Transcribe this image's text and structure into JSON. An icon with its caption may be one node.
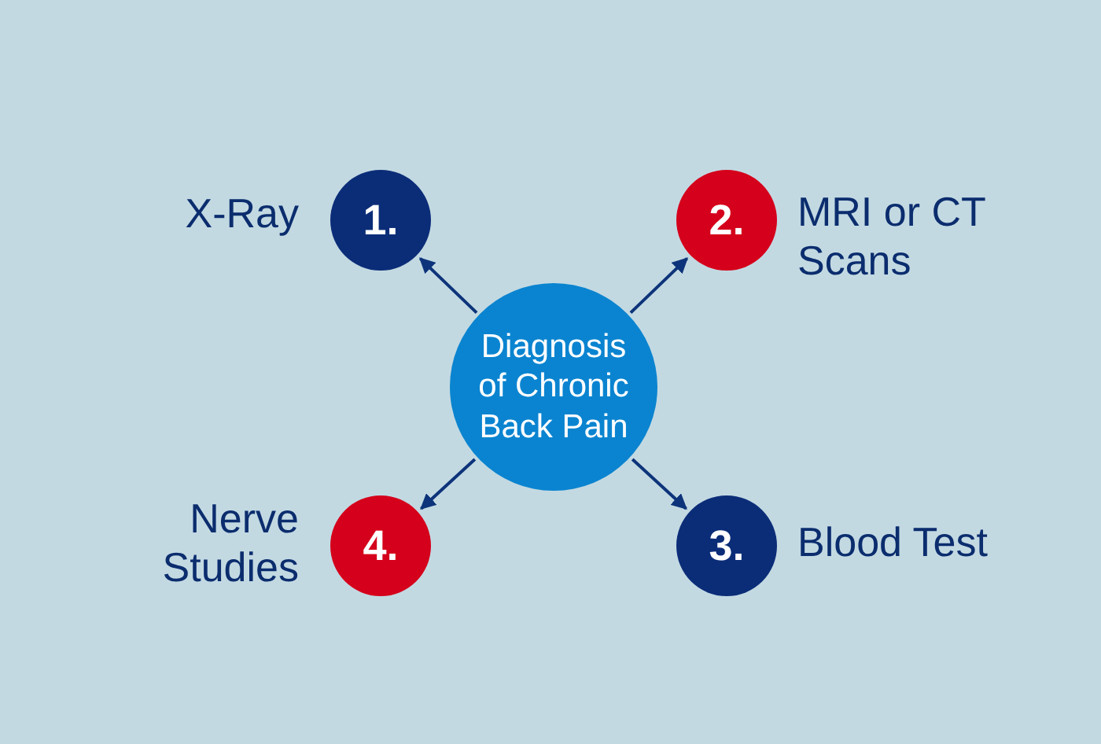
{
  "diagram": {
    "nodes": [
      {
        "text": [
          "Diagnosis of Chronic Back Pain"
        ]
      },
      {
        "text": [
          "1."
        ],
        "beside": [
          "X-Ray"
        ]
      },
      {
        "text": [
          "2."
        ],
        "beside": [
          "MRI or CT Scans"
        ]
      },
      {
        "text": [
          "3."
        ],
        "beside": [
          "Blood Test"
        ]
      },
      {
        "text": [
          "4."
        ],
        "beside": [
          "Nerve Studies"
        ]
      }
    ],
    "edges": [
      {
        "from": 0,
        "to": 1,
        "arrow": "to"
      },
      {
        "from": 0,
        "to": 2,
        "arrow": "to"
      },
      {
        "from": 0,
        "to": 3,
        "arrow": "to"
      },
      {
        "from": 0,
        "to": 4,
        "arrow": "to"
      }
    ]
  }
}
